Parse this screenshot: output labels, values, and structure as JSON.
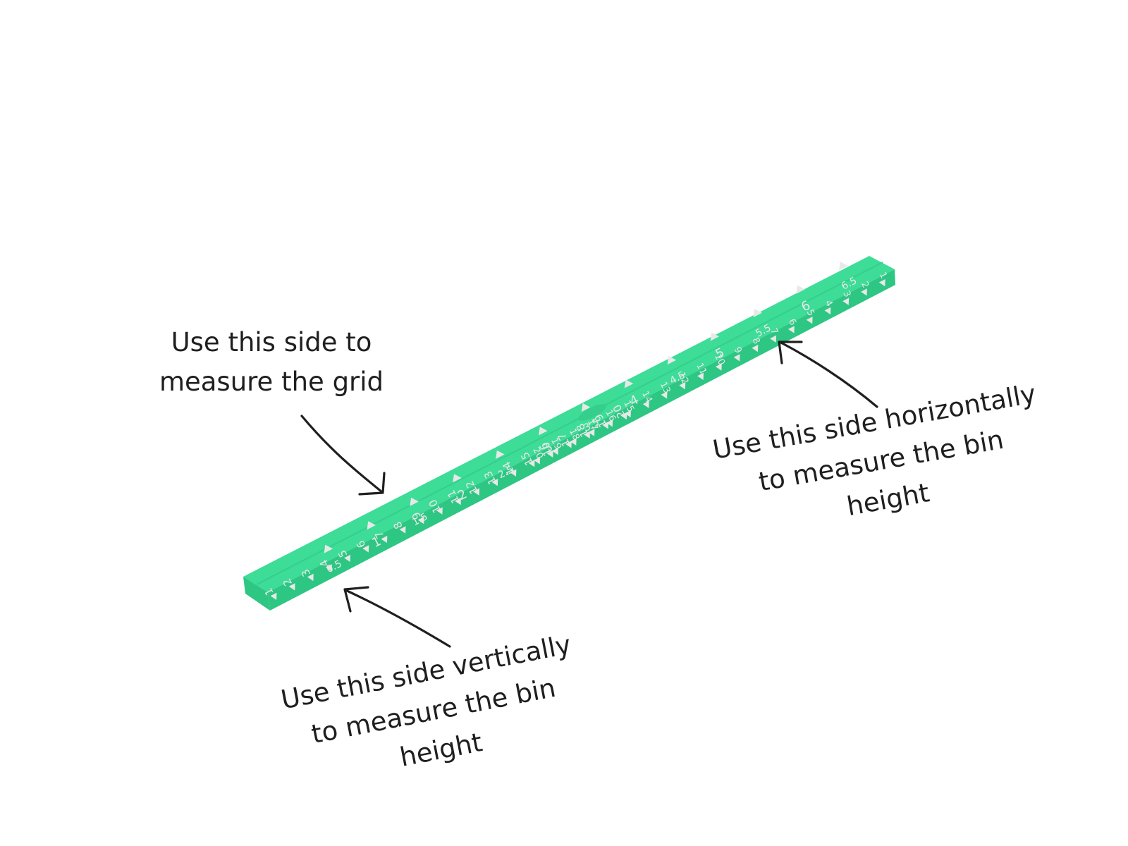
{
  "colors": {
    "ruler_top": "#3ddc97",
    "ruler_front": "#2ec683",
    "ruler_groove": "#34cf8c",
    "marker": "#e8e8e8",
    "ink": "#1f1f1f"
  },
  "ruler": {
    "grid_marks": [
      "0.5",
      "1",
      "1.5",
      "2",
      "2.5",
      "3",
      "3.5",
      "4",
      "4.5",
      "5",
      "5.5",
      "6",
      "6.5"
    ],
    "vertical_marks": [
      "1",
      "2",
      "3",
      "4",
      "5",
      "6",
      "7",
      "8",
      "9",
      "10",
      "11",
      "12",
      "13",
      "14",
      "15",
      "16",
      "17",
      "18",
      "19",
      "20"
    ],
    "horizontal_marks": [
      "20",
      "19",
      "18",
      "17",
      "16",
      "15",
      "14",
      "13",
      "12",
      "11",
      "10",
      "9",
      "8",
      "7",
      "6",
      "5",
      "4",
      "3",
      "2",
      "1"
    ]
  },
  "annotations": {
    "grid": [
      "Use this side to",
      "measure the grid"
    ],
    "horizontal": [
      "Use this side horizontally",
      "to measure the bin",
      "height"
    ],
    "vertical": [
      "Use this side vertically",
      "to measure the bin",
      "height"
    ]
  }
}
